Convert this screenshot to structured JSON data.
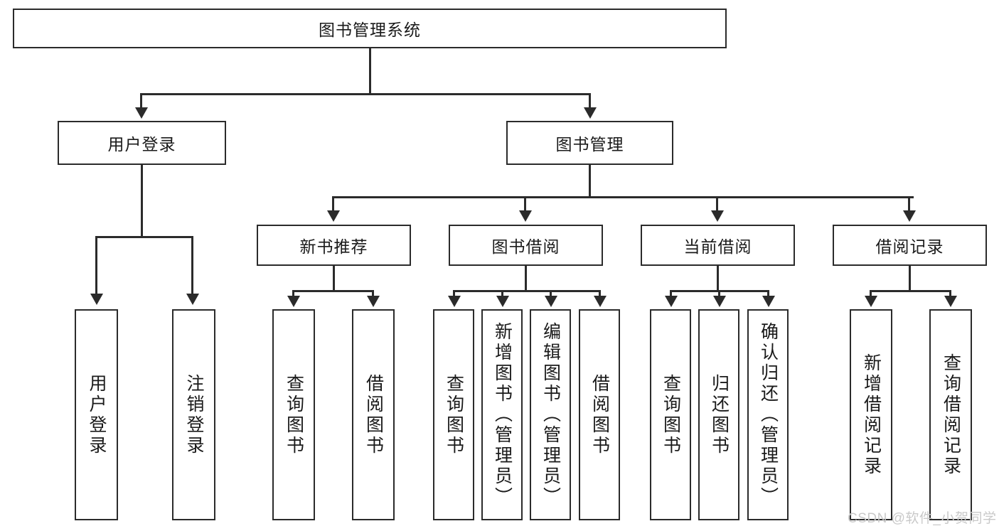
{
  "diagram": {
    "title": "图书管理系统",
    "type": "hierarchy-tree",
    "root": {
      "label": "图书管理系统"
    },
    "level2": [
      {
        "id": "user-login",
        "label": "用户登录"
      },
      {
        "id": "book-manage",
        "label": "图书管理"
      }
    ],
    "level3": [
      {
        "id": "new-book-recommend",
        "label": "新书推荐"
      },
      {
        "id": "book-borrow",
        "label": "图书借阅"
      },
      {
        "id": "current-borrow",
        "label": "当前借阅"
      },
      {
        "id": "borrow-record",
        "label": "借阅记录"
      }
    ],
    "leaves": {
      "user_login": [
        {
          "id": "leaf-user-login",
          "label": "用户登录"
        },
        {
          "id": "leaf-logout-login",
          "label": "注销登录"
        }
      ],
      "new_book_recommend": [
        {
          "id": "leaf-query-book-1",
          "label": "查询图书"
        },
        {
          "id": "leaf-borrow-book-1",
          "label": "借阅图书"
        }
      ],
      "book_borrow": [
        {
          "id": "leaf-query-book-2",
          "label": "查询图书"
        },
        {
          "id": "leaf-add-book",
          "label": "新增图书（管理员）"
        },
        {
          "id": "leaf-edit-book",
          "label": "编辑图书（管理员）"
        },
        {
          "id": "leaf-borrow-book-2",
          "label": "借阅图书"
        }
      ],
      "current_borrow": [
        {
          "id": "leaf-query-book-3",
          "label": "查询图书"
        },
        {
          "id": "leaf-return-book",
          "label": "归还图书"
        },
        {
          "id": "leaf-confirm-return",
          "label": "确认归还（管理员）"
        }
      ],
      "borrow_record": [
        {
          "id": "leaf-add-borrow-record",
          "label": "新增借阅记录"
        },
        {
          "id": "leaf-query-borrow-record",
          "label": "查询借阅记录"
        }
      ]
    }
  },
  "watermark": {
    "text": "CSDN @软件_小贺同学"
  },
  "colors": {
    "stroke": "#2b2b2b",
    "background": "#ffffff",
    "text": "#1a1a1a",
    "watermark": "#c9c9c9"
  }
}
